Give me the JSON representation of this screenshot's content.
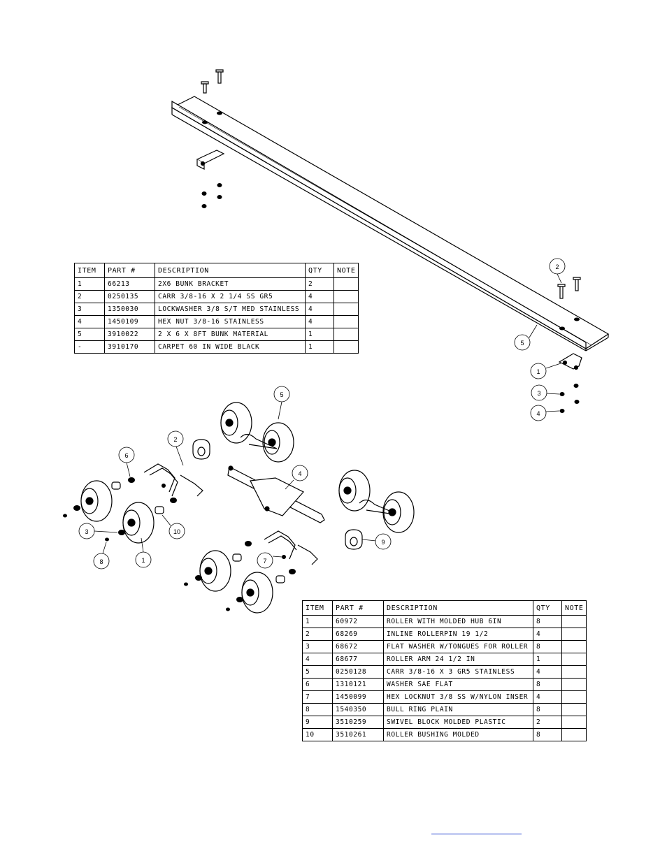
{
  "top_table": {
    "headers": [
      "ITEM",
      "PART #",
      "DESCRIPTION",
      "QTY",
      "NOTE"
    ],
    "rows": [
      [
        "1",
        "66213",
        "2X6 BUNK BRACKET",
        "2",
        ""
      ],
      [
        "2",
        "0250135",
        "CARR 3/8-16 X 2 1/4 SS GR5",
        "4",
        ""
      ],
      [
        "3",
        "1350030",
        "LOCKWASHER 3/8 S/T MED STAINLESS",
        "4",
        ""
      ],
      [
        "4",
        "1450109",
        "HEX NUT 3/8-16 STAINLESS",
        "4",
        ""
      ],
      [
        "5",
        "3910022",
        "2 X 6 X 8FT BUNK MATERIAL",
        "1",
        ""
      ],
      [
        "-",
        "3910170",
        "CARPET 60 IN WIDE BLACK",
        "1",
        ""
      ]
    ]
  },
  "bottom_table": {
    "headers": [
      "ITEM",
      "PART #",
      "DESCRIPTION",
      "QTY",
      "NOTE"
    ],
    "rows": [
      [
        "1",
        "60972",
        "ROLLER WITH MOLDED HUB  6IN",
        "8",
        ""
      ],
      [
        "2",
        "68269",
        "INLINE ROLLERPIN 19 1/2",
        "4",
        ""
      ],
      [
        "3",
        "68672",
        "FLAT WASHER W/TONGUES FOR ROLLER",
        "8",
        ""
      ],
      [
        "4",
        "68677",
        "ROLLER ARM   24 1/2 IN",
        "1",
        ""
      ],
      [
        "5",
        "0250128",
        "CARR 3/8-16 X 3 GR5 STAINLESS",
        "4",
        ""
      ],
      [
        "6",
        "1310121",
        "WASHER SAE FLAT",
        "8",
        ""
      ],
      [
        "7",
        "1450099",
        "HEX LOCKNUT 3/8 SS W/NYLON INSER",
        "4",
        ""
      ],
      [
        "8",
        "1540350",
        "BULL RING PLAIN",
        "8",
        ""
      ],
      [
        "9",
        "3510259",
        "SWIVEL BLOCK MOLDED PLASTIC",
        "2",
        ""
      ],
      [
        "10",
        "3510261",
        "ROLLER BUSHING MOLDED",
        "8",
        ""
      ]
    ]
  },
  "callouts_top": [
    "2",
    "5",
    "1",
    "3",
    "4"
  ],
  "callouts_bottom": [
    "5",
    "2",
    "6",
    "4",
    "3",
    "10",
    "8",
    "1",
    "7",
    "9"
  ],
  "colors": {
    "line": "#000000",
    "link": "#1f3fd0"
  }
}
